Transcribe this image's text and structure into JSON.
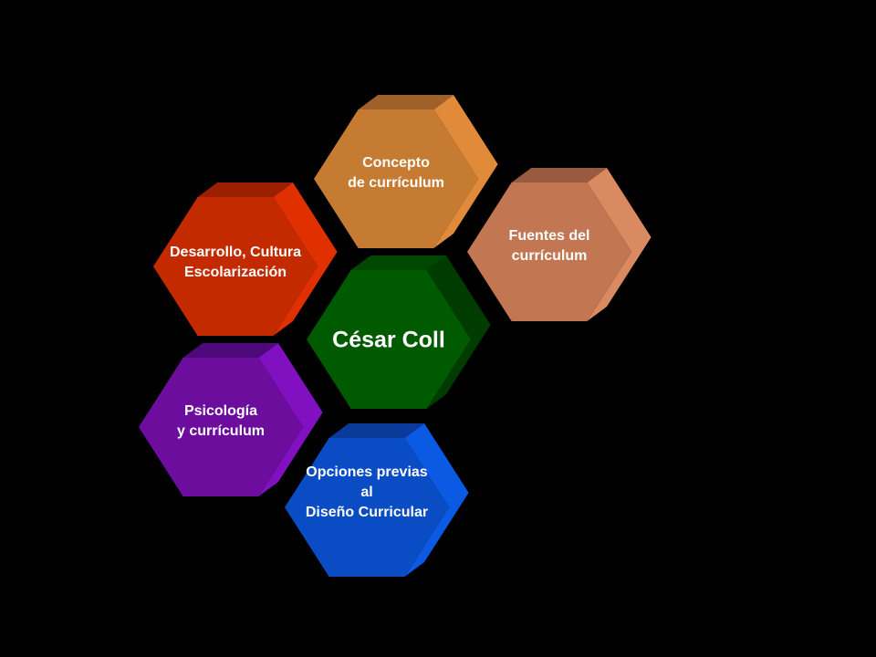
{
  "diagram": {
    "center": {
      "lines": [
        "César Coll"
      ],
      "colors": {
        "top": "#004800",
        "front": "#005a00",
        "side": "#003c00"
      }
    },
    "nodes": [
      {
        "id": "concepto",
        "lines": [
          "Concepto",
          "de currículum"
        ],
        "colors": {
          "top": "#a0602a",
          "front": "#c67b33",
          "side": "#e08a3a"
        }
      },
      {
        "id": "fuentes",
        "lines": [
          "Fuentes del",
          "currículum"
        ],
        "colors": {
          "top": "#9a5a3f",
          "front": "#c27651",
          "side": "#d98a60"
        }
      },
      {
        "id": "desarrollo",
        "lines": [
          "Desarrollo, Cultura",
          "Escolarización"
        ],
        "colors": {
          "top": "#9a2000",
          "front": "#c42a00",
          "side": "#e03000"
        }
      },
      {
        "id": "psicologia",
        "lines": [
          "Psicología",
          "y currículum"
        ],
        "colors": {
          "top": "#4e0a7a",
          "front": "#6c0d9e",
          "side": "#8010c0"
        }
      },
      {
        "id": "opciones",
        "lines": [
          "Opciones previas",
          "al",
          "Diseño Curricular"
        ],
        "colors": {
          "top": "#0a3a9a",
          "front": "#0a4cc4",
          "side": "#0a5ae4"
        }
      }
    ]
  }
}
